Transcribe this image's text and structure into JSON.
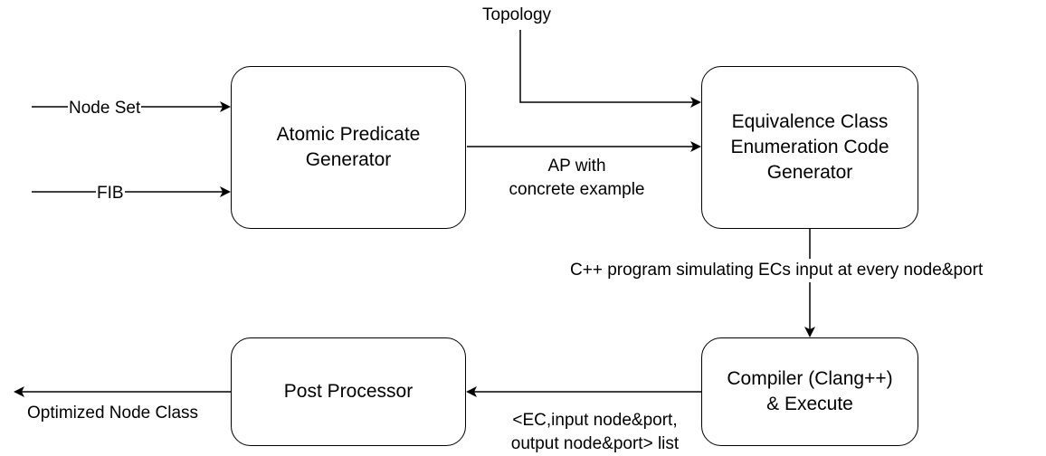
{
  "nodes": {
    "atomic_predicate_generator": "Atomic Predicate\nGenerator",
    "ec_enumeration_code_generator": "Equivalence Class\nEnumeration Code\nGenerator",
    "compiler_execute": "Compiler (Clang++)\n& Execute",
    "post_processor": "Post Processor"
  },
  "edge_labels": {
    "topology": "Topology",
    "node_set": "Node Set",
    "fib": "FIB",
    "ap_with_example_line1": "AP with",
    "ap_with_example_line2": "concrete example",
    "cpp_program": "C++ program simulating ECs input at every node&port",
    "ec_list_line1": "<EC,input node&port,",
    "ec_list_line2": "output node&port> list",
    "optimized_node_class": "Optimized Node Class"
  },
  "colors": {
    "stroke": "#000000",
    "fill": "#ffffff"
  }
}
